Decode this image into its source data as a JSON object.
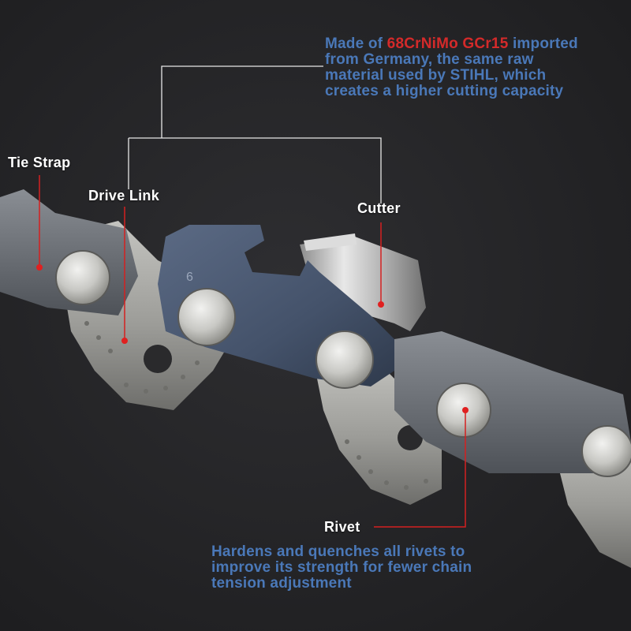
{
  "labels": {
    "tie_strap": "Tie Strap",
    "drive_link": "Drive Link",
    "cutter": "Cutter",
    "rivet": "Rivet"
  },
  "material_note": {
    "line1_prefix": "Made of ",
    "line1_highlight": "68CrNiMo GCr15",
    "line1_suffix": " imported",
    "line2": "from Germany, the same raw",
    "line3": "material used by STIHL, which",
    "line4": "creates a higher cutting capacity"
  },
  "rivet_note": {
    "line1": "Hardens and quenches all rivets to",
    "line2": "improve its strength for fewer chain",
    "line3": "tension adjustment"
  },
  "link_stamp": "6",
  "colors": {
    "background": "#262628",
    "note_text": "#4a78b8",
    "highlight_text": "#d42a2a",
    "marker_dot": "#e02020",
    "leader_line_white": "#e6e6e6",
    "leader_line_red": "#d42020",
    "cutter_plate": "#4b5a72",
    "silver_link": "#a8a8a4",
    "rivet_silver": "#cfcfcf"
  }
}
